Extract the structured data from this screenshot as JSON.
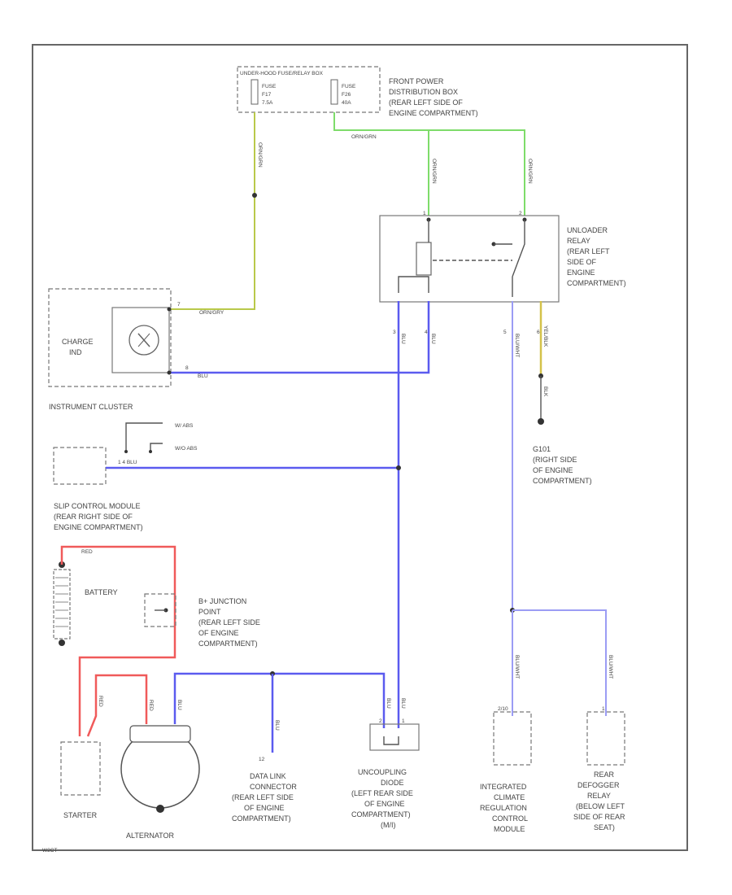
{
  "diagram": {
    "code": "W2CT",
    "under_hood_box": {
      "title": "UNDER-HOOD FUSE/RELAY BOX",
      "fuse_a": [
        "FUSE",
        "F17",
        "7.5A"
      ],
      "fuse_b": [
        "FUSE",
        "F26",
        "40A"
      ]
    },
    "front_power_label": [
      "FRONT POWER",
      "DISTRIBUTION BOX",
      "(REAR LEFT SIDE OF",
      "ENGINE COMPARTMENT)"
    ],
    "wire_labels": {
      "orange_green_1": "ORN/GRN",
      "orange_green_2": "ORN/GRN",
      "orange_green_3": "ORN/GRN",
      "orange_green_4": "ORN/GRN",
      "orange_gray": "ORN/GRY",
      "blue_short": "BLU",
      "blue_relay_a": "BLU",
      "blue_relay_b": "BLU",
      "blue_relay_c": "BLU/WHT",
      "yellow": "YEL/BLK",
      "black": "BLK",
      "red": "RED",
      "red_b": "RED",
      "red_c": "RED",
      "blue_alt": "BLU",
      "blue_dlc": "BLU",
      "blue_decoup_a": "BLU",
      "blue_decoup_b": "BLU",
      "blue_icrcm": "BLU/WHT",
      "blue_rear": "BLU/WHT",
      "slip_pins": "1  4  BLU"
    },
    "charge_ind": [
      "CHARGE",
      "IND"
    ],
    "instrument_cluster": "INSTRUMENT CLUSTER",
    "unloader_relay": [
      "UNLOADER",
      "RELAY",
      "(REAR LEFT",
      "SIDE OF",
      "ENGINE",
      "COMPARTMENT)"
    ],
    "ground_g101": [
      "G101",
      "(RIGHT SIDE",
      "OF ENGINE",
      "COMPARTMENT)"
    ],
    "slip_switch": [
      "W/ ABS",
      "W/O ABS"
    ],
    "slip_control_module": [
      "SLIP CONTROL MODULE",
      "(REAR RIGHT SIDE OF",
      "ENGINE COMPARTMENT)"
    ],
    "battery": "BATTERY",
    "junction_point": [
      "B+ JUNCTION",
      "POINT",
      "(REAR LEFT SIDE",
      "OF ENGINE",
      "COMPARTMENT)"
    ],
    "starter": "STARTER",
    "alternator": "ALTERNATOR",
    "dlc": [
      "DATA LINK",
      "CONNECTOR",
      "(REAR LEFT SIDE",
      "OF ENGINE",
      "COMPARTMENT)"
    ],
    "decoupling_diode": [
      "UNCOUPLING",
      "DIODE",
      "(LEFT REAR SIDE",
      "OF ENGINE",
      "COMPARTMENT)",
      "(M/I)"
    ],
    "climate_module": [
      "INTEGRATED",
      "CLIMATE",
      "REGULATION",
      "CONTROL",
      "MODULE"
    ],
    "rear_defogger": [
      "REAR",
      "DEFOGGER",
      "RELAY",
      "(BELOW LEFT",
      "SIDE OF REAR",
      "SEAT)"
    ],
    "pin_labels": {
      "relay_1": "1",
      "relay_2": "2",
      "relay_3": "3",
      "relay_4": "4",
      "relay_5": "5",
      "relay_6": "6",
      "charge_pin_a": "7",
      "charge_pin_b": "8",
      "dlc_pin": "12",
      "diode_a": "2",
      "diode_b": "1",
      "icrcm_pin": "2/10",
      "rear_pin": "1"
    }
  },
  "colors": {
    "green": "#7edc6a",
    "blue": "#5b5bef",
    "red": "#f05a5a",
    "yellow": "#d4c24a"
  }
}
